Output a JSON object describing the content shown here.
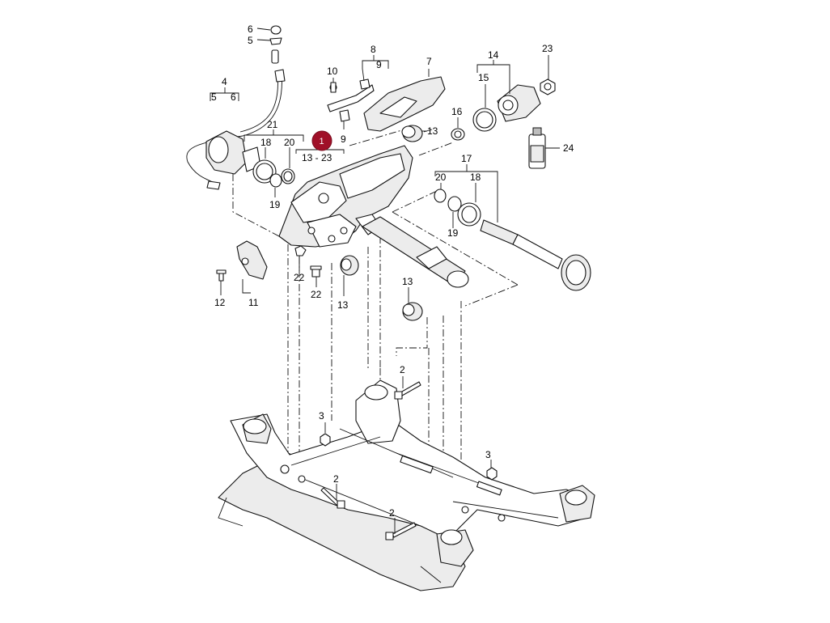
{
  "diagram": {
    "hotspot": {
      "label": "1",
      "range": "13 - 23",
      "color": "#a01028"
    },
    "callouts": {
      "p2a": "2",
      "p2b": "2",
      "p2c": "2",
      "p3a": "3",
      "p3b": "3",
      "p4": "4",
      "p5": "5",
      "p6": "6",
      "p7": "7",
      "p8": "8",
      "p9a": "9",
      "p9b": "9",
      "p10": "10",
      "p11": "11",
      "p12": "12",
      "p13a": "13",
      "p13b": "13",
      "p13c": "13",
      "p14": "14",
      "p15": "15",
      "p16": "16",
      "p17": "17",
      "p18a": "18",
      "p18b": "18",
      "p19a": "19",
      "p19b": "19",
      "p20a": "20",
      "p20b": "20",
      "p21": "21",
      "p22a": "22",
      "p22b": "22",
      "p23": "23",
      "p24": "24",
      "p4_sub5": "5",
      "p4_sub6": "6",
      "p8_sub9": "9",
      "p14_sub15": "15"
    }
  }
}
